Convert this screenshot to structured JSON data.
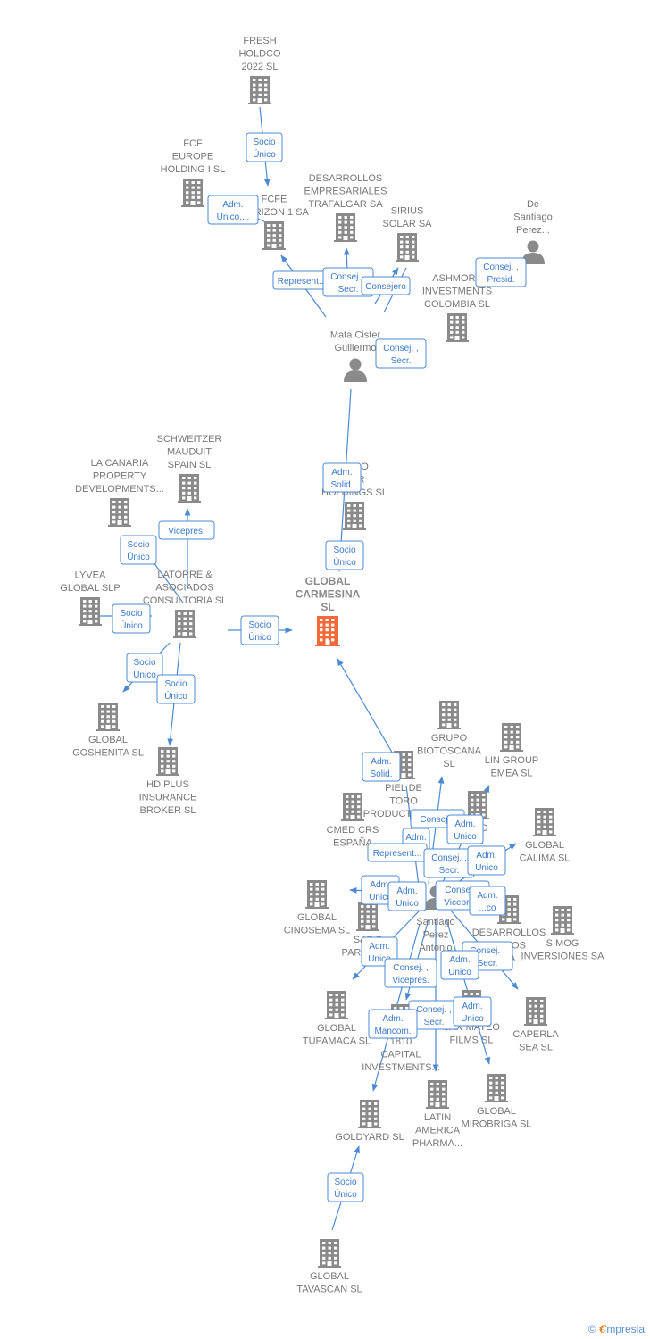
{
  "nodes": [
    {
      "id": "fresh",
      "type": "company",
      "lines": [
        "FRESH",
        "HOLDCO",
        "2022  SL"
      ]
    },
    {
      "id": "fcf_europe",
      "type": "company",
      "lines": [
        "FCF",
        "EUROPE",
        "HOLDING I  SL"
      ]
    },
    {
      "id": "fcfe_horizon",
      "type": "company",
      "lines": [
        "FCFE",
        "HORIZON 1 SA"
      ]
    },
    {
      "id": "desarrollos_traf",
      "type": "company",
      "lines": [
        "DESARROLLOS",
        "EMPRESARIALES",
        "TRAFALGAR SA"
      ]
    },
    {
      "id": "sirius",
      "type": "company",
      "lines": [
        "SIRIUS",
        "SOLAR SA"
      ]
    },
    {
      "id": "desantiago",
      "type": "person",
      "lines": [
        "De",
        "Santiago",
        "Perez..."
      ]
    },
    {
      "id": "ashmore",
      "type": "company",
      "lines": [
        "ASHMORE",
        "INVESTMENTS",
        "COLOMBIA SL"
      ]
    },
    {
      "id": "mata",
      "type": "person",
      "lines": [
        "Mata Cister",
        "Guillermo"
      ]
    },
    {
      "id": "toro",
      "type": "company",
      "lines": [
        "TORO",
        "FOR",
        "HOLDINGS  SL"
      ]
    },
    {
      "id": "global_carmesina",
      "type": "focus",
      "lines": [
        "GLOBAL",
        "CARMESINA",
        "SL"
      ]
    },
    {
      "id": "schweitzer",
      "type": "company",
      "lines": [
        "SCHWEITZER",
        "MAUDUIT",
        "SPAIN SL"
      ]
    },
    {
      "id": "la_canaria",
      "type": "company",
      "lines": [
        "LA CANARIA",
        "PROPERTY",
        "DEVELOPMENTS..."
      ]
    },
    {
      "id": "lyvea",
      "type": "company",
      "lines": [
        "LYVEA",
        "GLOBAL  SLP"
      ]
    },
    {
      "id": "latorre",
      "type": "company",
      "lines": [
        "LATORRE &",
        "ASOCIADOS",
        "CONSULTORIA SL"
      ]
    },
    {
      "id": "goshenita",
      "type": "company",
      "lines": [
        "GLOBAL",
        "GOSHENITA  SL"
      ]
    },
    {
      "id": "hd_plus",
      "type": "company",
      "lines": [
        "HD PLUS",
        "INSURANCE",
        "BROKER  SL"
      ]
    },
    {
      "id": "grupo_bio",
      "type": "company",
      "lines": [
        "GRUPO",
        "BIOTOSCANA",
        "SL"
      ]
    },
    {
      "id": "lin_group",
      "type": "company",
      "lines": [
        "LIN GROUP",
        "EMEA  SL"
      ]
    },
    {
      "id": "piel_toro",
      "type": "company",
      "lines": [
        "PIEL DE",
        "TORO",
        "PRODUCTIONS..."
      ]
    },
    {
      "id": "and_sl",
      "type": "company",
      "lines": [
        "AND",
        "SL"
      ]
    },
    {
      "id": "global_calima",
      "type": "company",
      "lines": [
        "GLOBAL",
        "CALIMA SL"
      ]
    },
    {
      "id": "cmed",
      "type": "company",
      "lines": [
        "CMED CRS",
        "ESPAÑA"
      ]
    },
    {
      "id": "santiago",
      "type": "person",
      "lines": [
        "Santiago",
        "Perez",
        "Antonio"
      ]
    },
    {
      "id": "global_cinosema",
      "type": "company",
      "lines": [
        "GLOBAL",
        "CINOSEMA SL"
      ]
    },
    {
      "id": "sb",
      "type": "company",
      "lines": [
        "S&B B",
        "PARTNERS"
      ]
    },
    {
      "id": "desarrollos_ona",
      "type": "company",
      "lines": [
        "DESARROLLOS",
        "FEROS",
        "ONA..."
      ]
    },
    {
      "id": "simog",
      "type": "company",
      "lines": [
        "SIMOG",
        "INVERSIONES SA"
      ]
    },
    {
      "id": "global_tupamaca",
      "type": "company",
      "lines": [
        "GLOBAL",
        "TUPAMACA SL"
      ]
    },
    {
      "id": "capital_1810",
      "type": "company",
      "lines": [
        "1810",
        "CAPITAL",
        "INVESTMENTS..."
      ]
    },
    {
      "id": "san_mateo",
      "type": "company",
      "lines": [
        "SAN MATEO",
        "FILMS  SL"
      ]
    },
    {
      "id": "caperla",
      "type": "company",
      "lines": [
        "CAPERLA",
        "SEA  SL"
      ]
    },
    {
      "id": "global_mirobriga",
      "type": "company",
      "lines": [
        "GLOBAL",
        "MIROBRIGA SL"
      ]
    },
    {
      "id": "latin_america",
      "type": "company",
      "lines": [
        "LATIN",
        "AMERICA",
        "PHARMA..."
      ]
    },
    {
      "id": "goldyard",
      "type": "company",
      "lines": [
        "GOLDYARD SL"
      ]
    },
    {
      "id": "global_tavascan",
      "type": "company",
      "lines": [
        "GLOBAL",
        "TAVASCAN  SL"
      ]
    }
  ],
  "relations": [
    {
      "id": "r1",
      "lines": [
        "Socio",
        "Único"
      ]
    },
    {
      "id": "r2",
      "lines": [
        "Adm.",
        "Unico,..."
      ]
    },
    {
      "id": "r3",
      "lines": [
        "Represent..."
      ]
    },
    {
      "id": "r4",
      "lines": [
        "Consej. ,",
        "Secr."
      ]
    },
    {
      "id": "r5",
      "lines": [
        "Consejero"
      ]
    },
    {
      "id": "r6",
      "lines": [
        "Consej. ,",
        "Presid."
      ]
    },
    {
      "id": "r7",
      "lines": [
        "Consej. ,",
        "Secr."
      ]
    },
    {
      "id": "r8",
      "lines": [
        "Adm.",
        "Solid."
      ]
    },
    {
      "id": "r9",
      "lines": [
        "Socio",
        "Único"
      ]
    },
    {
      "id": "r10",
      "lines": [
        "Vicepres."
      ]
    },
    {
      "id": "r11",
      "lines": [
        "Socio",
        "Único"
      ]
    },
    {
      "id": "r12",
      "lines": [
        "Socio",
        "Único"
      ]
    },
    {
      "id": "r13",
      "lines": [
        "Socio",
        "Único"
      ]
    },
    {
      "id": "r14",
      "lines": [
        "Socio",
        "Único"
      ]
    },
    {
      "id": "r15",
      "lines": [
        "Socio",
        "Único"
      ]
    },
    {
      "id": "r16",
      "lines": [
        "Adm.",
        "Solid."
      ]
    },
    {
      "id": "r17",
      "lines": [
        "Consej..."
      ]
    },
    {
      "id": "r18",
      "lines": [
        "Adm.",
        "Unico"
      ]
    },
    {
      "id": "r19",
      "lines": [
        "Adm.",
        "..."
      ]
    },
    {
      "id": "r20",
      "lines": [
        "Represent..."
      ]
    },
    {
      "id": "r21",
      "lines": [
        "Consej. ,",
        "Secr."
      ]
    },
    {
      "id": "r22",
      "lines": [
        "Adm.",
        "Unico"
      ]
    },
    {
      "id": "r23",
      "lines": [
        "Adm.",
        "Unico"
      ]
    },
    {
      "id": "r24",
      "lines": [
        "Adm.",
        "Unico"
      ]
    },
    {
      "id": "r25",
      "lines": [
        "Consej. ,",
        "Vicepres."
      ]
    },
    {
      "id": "r26",
      "lines": [
        "Adm.",
        "...co"
      ]
    },
    {
      "id": "r27",
      "lines": [
        "Consej. ,",
        "Secr."
      ]
    },
    {
      "id": "r28",
      "lines": [
        "Adm.",
        "Unico"
      ]
    },
    {
      "id": "r29",
      "lines": [
        "Adm.",
        "Unico"
      ]
    },
    {
      "id": "r30",
      "lines": [
        "Consej. ,",
        "Vicepres."
      ]
    },
    {
      "id": "r31",
      "lines": [
        "Consej. ,",
        "Secr."
      ]
    },
    {
      "id": "r32",
      "lines": [
        "Adm.",
        "Unico"
      ]
    },
    {
      "id": "r33",
      "lines": [
        "Adm.",
        "Mancom."
      ]
    },
    {
      "id": "r34",
      "lines": [
        "Socio",
        "Único"
      ]
    }
  ],
  "footer": {
    "copyright": "©",
    "brand_first": "€",
    "brand_rest": "mpresia"
  },
  "colors": {
    "edge": "#4a8ad4",
    "node": "#8a8a8a",
    "focus": "#f26a3a",
    "text": "#777777"
  }
}
